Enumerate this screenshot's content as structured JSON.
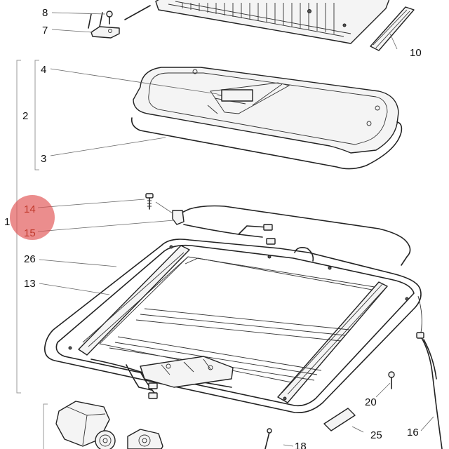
{
  "diagram": {
    "callouts": {
      "c1": "1",
      "c2": "2",
      "c3": "3",
      "c4": "4",
      "c7": "7",
      "c8": "8",
      "c10": "10",
      "c13": "13",
      "c14": "14",
      "c15": "15",
      "c16": "16",
      "c18": "18",
      "c20": "20",
      "c25": "25",
      "c26": "26"
    },
    "highlight_color": "#e05050",
    "selected_callouts": [
      "14",
      "15"
    ]
  }
}
